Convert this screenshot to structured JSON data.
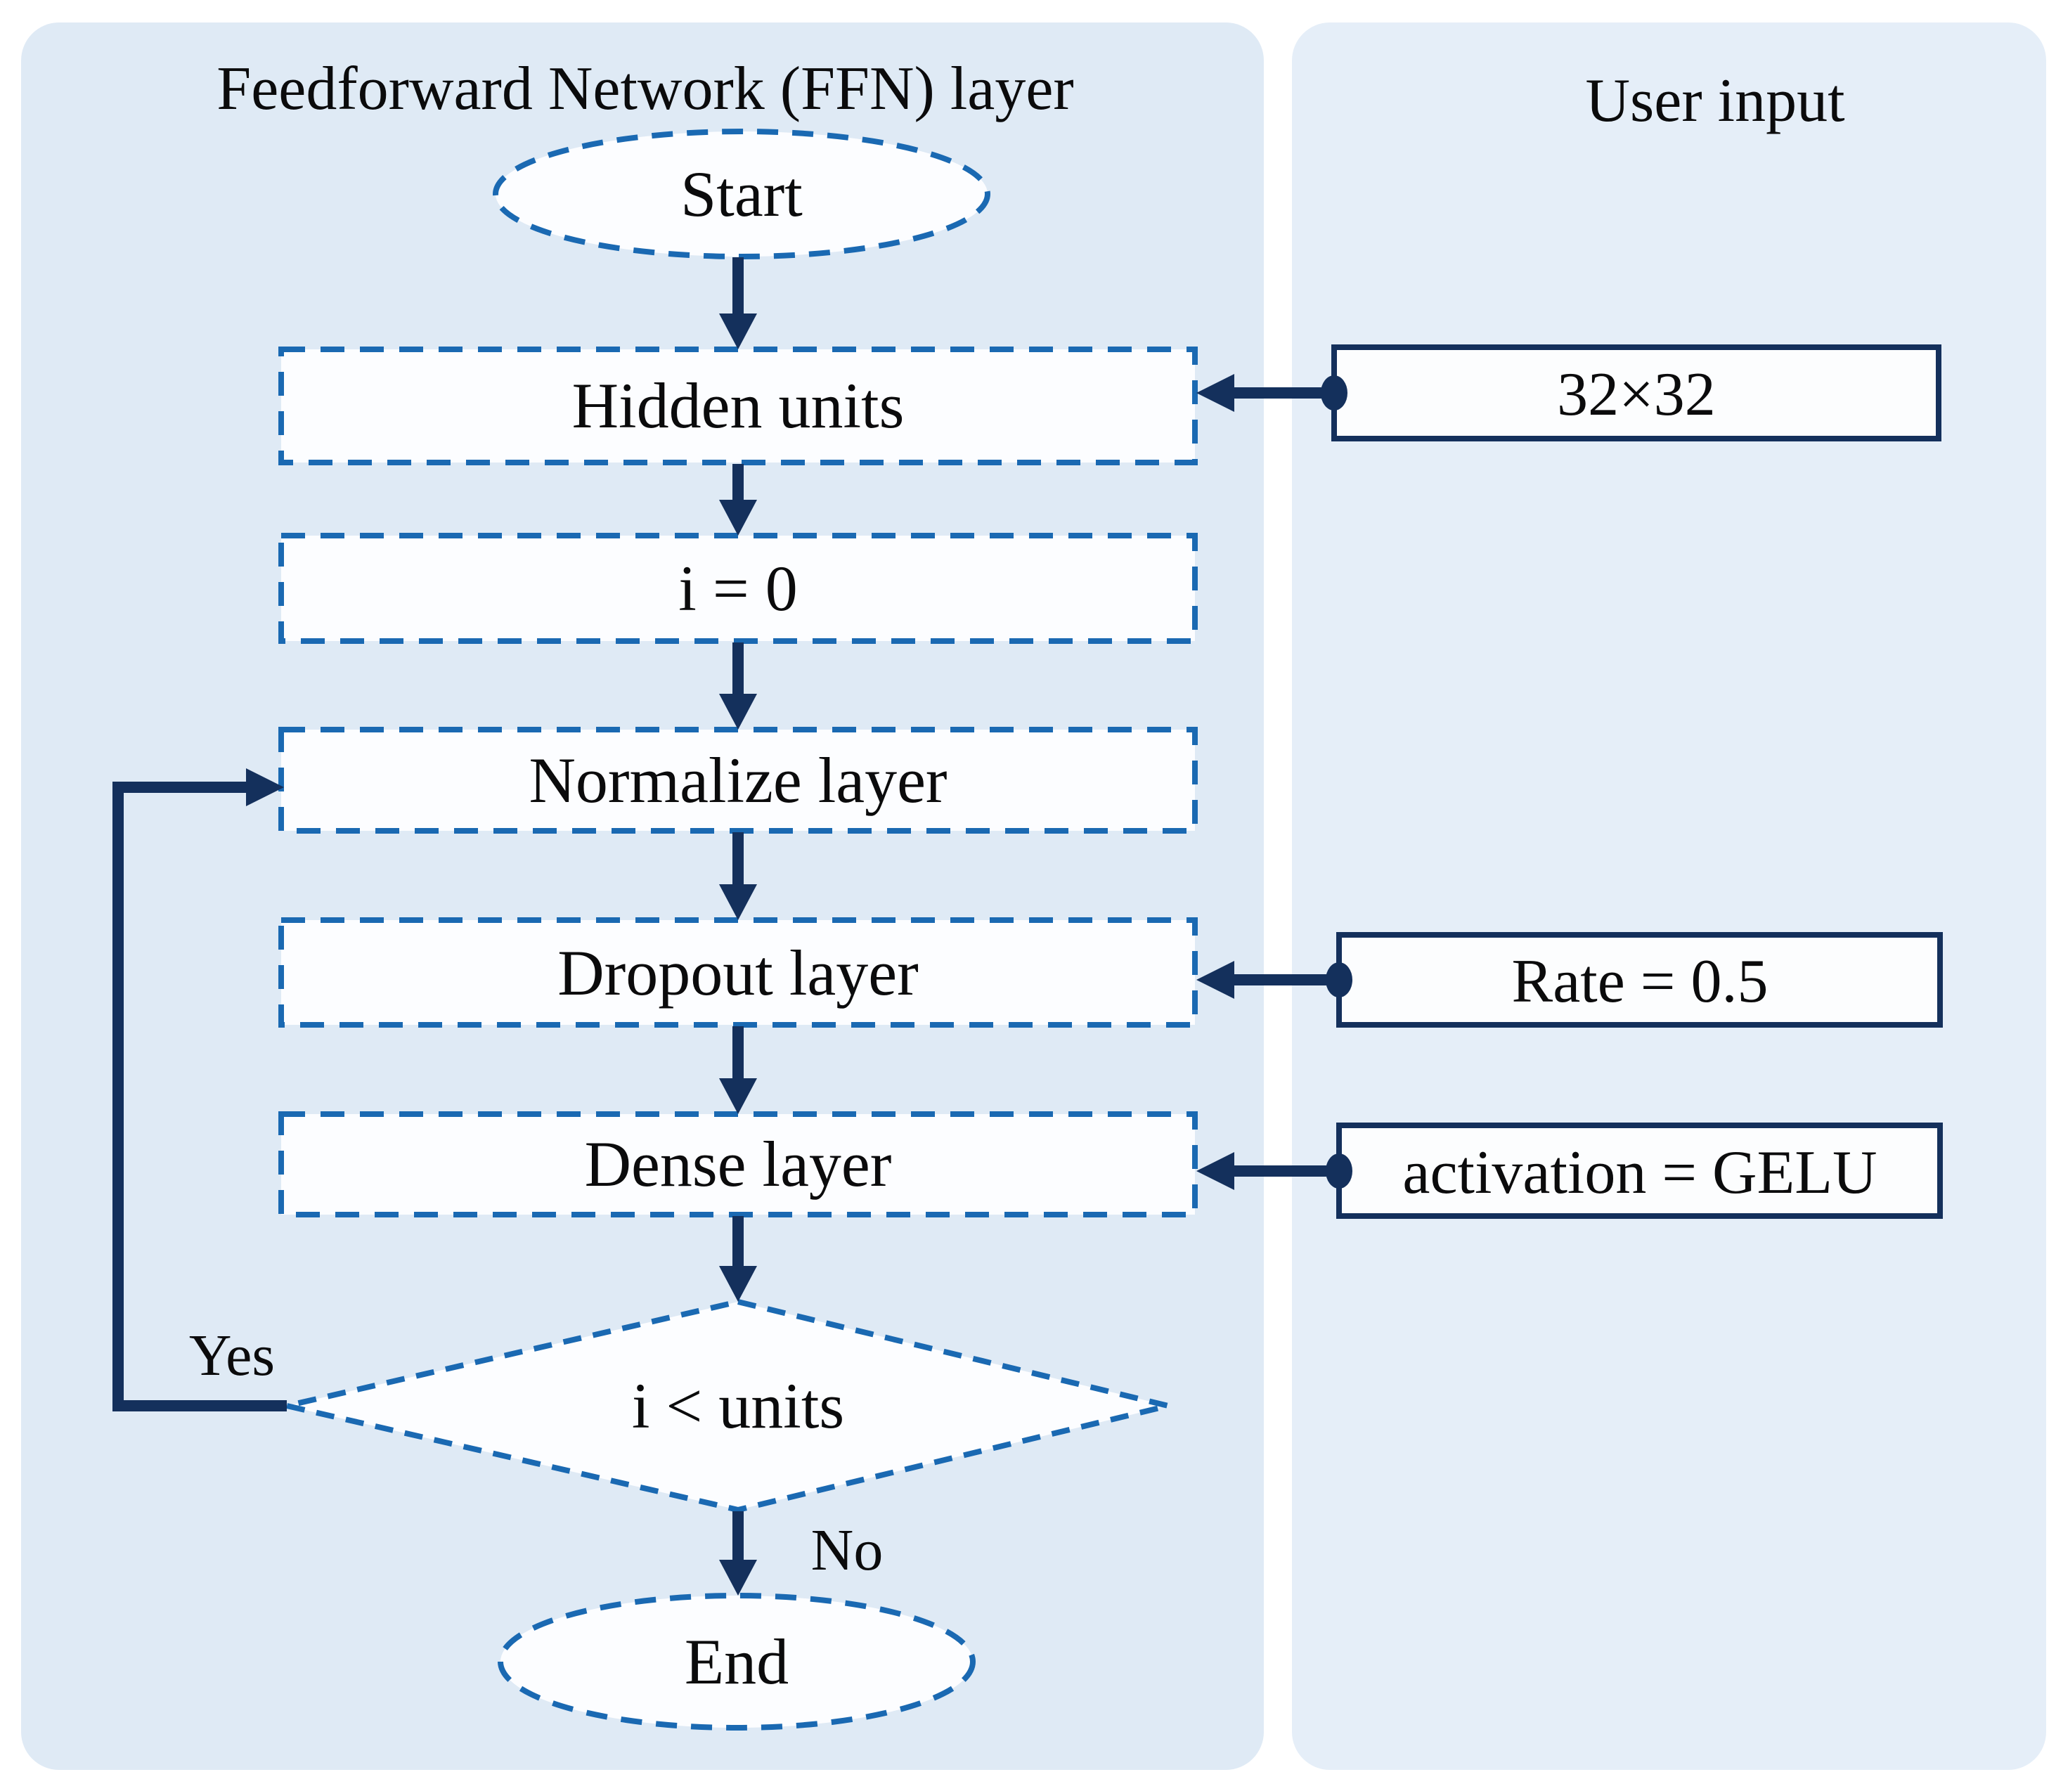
{
  "diagram": {
    "left_panel": {
      "title": "Feedforward Network (FFN) layer",
      "nodes": {
        "start": "Start",
        "hidden_units": "Hidden units",
        "init_counter": "i = 0",
        "normalize": "Normalize layer",
        "dropout": "Dropout layer",
        "dense": "Dense layer",
        "decision": "i < units",
        "end": "End"
      },
      "branch_labels": {
        "yes": "Yes",
        "no": "No"
      }
    },
    "right_panel": {
      "title": "User input",
      "inputs": {
        "hidden_units_value": "32×32",
        "dropout_rate": "Rate = 0.5",
        "dense_activation": "activation = GELU"
      }
    },
    "colors": {
      "left_panel_bg": "#dfeaf5",
      "right_panel_bg": "#e5eef8",
      "dashed_outline": "#1a69b2",
      "flow_navy": "#14305c",
      "node_fill": "#fcfdff",
      "text": "#0b0b0c"
    }
  }
}
